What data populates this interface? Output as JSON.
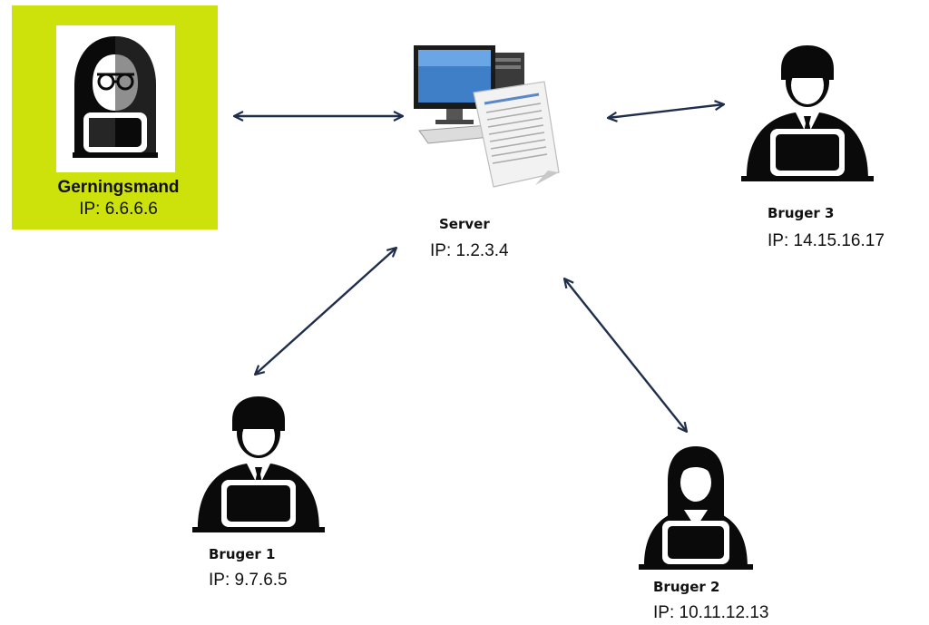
{
  "colors": {
    "highlight": "#cde10b",
    "arrow": "#1f2f4b",
    "figure": "#0a0a0a"
  },
  "attacker": {
    "title": "Gerningsmand",
    "ip": "IP: 6.6.6.6",
    "icon": "hacker-icon"
  },
  "server": {
    "title": "Server",
    "ip": "IP: 1.2.3.4",
    "icon": "server-computer-icon"
  },
  "users": [
    {
      "title": "Bruger 1",
      "ip": "IP: 9.7.6.5",
      "icon": "user-male-laptop-icon"
    },
    {
      "title": "Bruger 2",
      "ip": "IP: 10.11.12.13",
      "icon": "user-female-laptop-icon"
    },
    {
      "title": "Bruger 3",
      "ip": "IP: 14.15.16.17",
      "icon": "user-male-laptop-icon"
    }
  ],
  "connections": [
    {
      "from": "attacker",
      "to": "server"
    },
    {
      "from": "server",
      "to": "Bruger 3"
    },
    {
      "from": "server",
      "to": "Bruger 1"
    },
    {
      "from": "server",
      "to": "Bruger 2"
    }
  ]
}
